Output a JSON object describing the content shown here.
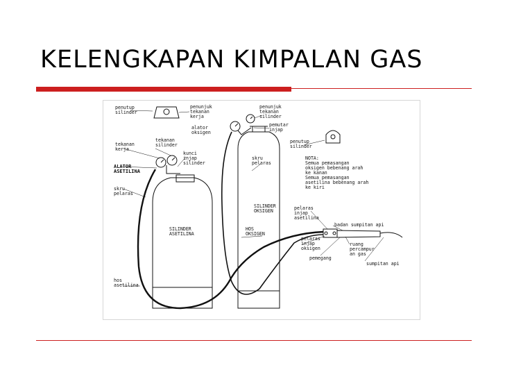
{
  "slide": {
    "title": "KELENGKAPAN KIMPALAN GAS",
    "accent_color": "#cc1f1f"
  },
  "diagram": {
    "labels": {
      "penutup_silinder": [
        "penutup",
        "silinder"
      ],
      "penunjuk_tekanan_kerja": [
        "penunjuk",
        "tekanan",
        "kerja"
      ],
      "alator_oksigen": [
        "alator",
        "oksigen"
      ],
      "penunjuk_tekanan_silinder": [
        "penunjuk",
        "tekanan",
        "silinder"
      ],
      "pemutar_injap": [
        "pemutar",
        "injap"
      ],
      "penutup_silinder_2": [
        "penutup",
        "silinder"
      ],
      "tekanan_kerja": [
        "tekanan",
        "kerja"
      ],
      "tekanan_silinder": [
        "tekanan",
        "silinder"
      ],
      "kunci_injap_silinder": [
        "kunci",
        "injap",
        "silinder"
      ],
      "alator_asetilina": [
        "ALATOR",
        "ASETILINA"
      ],
      "skru_pelaras_left": [
        "skru",
        "pelaras"
      ],
      "skru_pelaras_right": [
        "skru",
        "pelaras"
      ],
      "nota": [
        "NOTA:",
        "Semua pemasangan",
        "oksigen bebenang arah",
        "ke kanan",
        "",
        "Semua pemasangan",
        "asetilina bebenang arah",
        "ke kiri"
      ],
      "silinder_oksigen": [
        "SILINDER",
        "OKSIGEN"
      ],
      "silinder_asetilina": [
        "SILINDER",
        "ASETILINA"
      ],
      "hos_oksigen": [
        "HOS",
        "OKSIGEN"
      ],
      "pelaras_injap_asetilina": [
        "pelaras",
        "injap",
        "asetilina"
      ],
      "badan_sumpitan_api": [
        "badan sumpitan api"
      ],
      "pelaras_injap_oksigen": [
        "pelaras",
        "injap",
        "oksigen"
      ],
      "ruang_percampuran_gas": [
        "ruang",
        "percampur",
        "an gas"
      ],
      "pemegang": [
        "pemegang"
      ],
      "sumpitan_api": [
        "sumpitan api"
      ],
      "hos_asetilina": [
        "hos",
        "asetilina"
      ]
    }
  }
}
